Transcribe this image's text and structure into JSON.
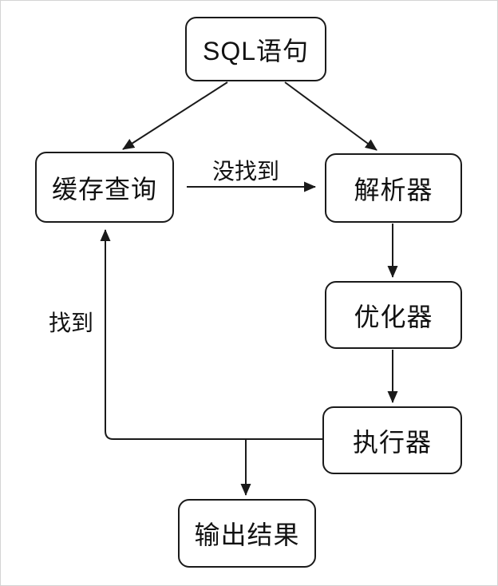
{
  "diagram": {
    "nodes": {
      "sql": {
        "label": "SQL语句"
      },
      "cache": {
        "label": "缓存查询"
      },
      "parser": {
        "label": "解析器"
      },
      "optimizer": {
        "label": "优化器"
      },
      "executor": {
        "label": "执行器"
      },
      "output": {
        "label": "输出结果"
      }
    },
    "edge_labels": {
      "not_found": "没找到",
      "found": "找到"
    },
    "colors": {
      "stroke": "#1a1a1a",
      "text": "#111111",
      "background": "#ffffff",
      "frame": "#d4d4d4"
    }
  }
}
